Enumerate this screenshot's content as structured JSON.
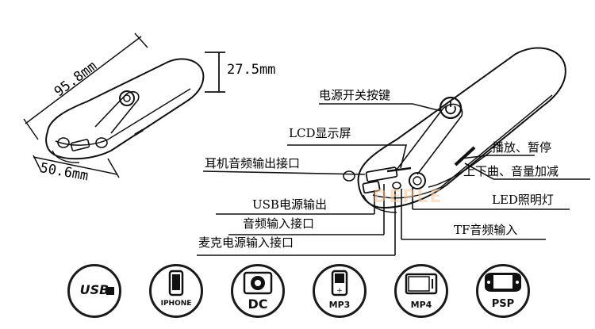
{
  "dimensions": {
    "length": "95.8mm",
    "width": "50.6mm",
    "height": "27.5mm"
  },
  "callouts": {
    "power_switch": "电源开关按键",
    "lcd": "LCD显示屏",
    "headphone": "耳机音频输出接口",
    "usb_out": "USB电源输出",
    "audio_in": "音频输入接口",
    "mic_power": "麦克电源输入接口",
    "play_pause": "播放、暂停",
    "track_volume": "上下曲、音量加减",
    "led": "LED照明灯",
    "tf_audio": "TF音频输入"
  },
  "watermark": "DEPLE",
  "compat_icons": [
    {
      "icon": "usb-icon",
      "label": "USB"
    },
    {
      "icon": "phone-icon",
      "label": "IPHONE"
    },
    {
      "icon": "camera-icon",
      "label": "DC"
    },
    {
      "icon": "mp3-player-icon",
      "label": "MP3"
    },
    {
      "icon": "mp4-player-icon",
      "label": "MP4"
    },
    {
      "icon": "psp-icon",
      "label": "PSP"
    }
  ]
}
